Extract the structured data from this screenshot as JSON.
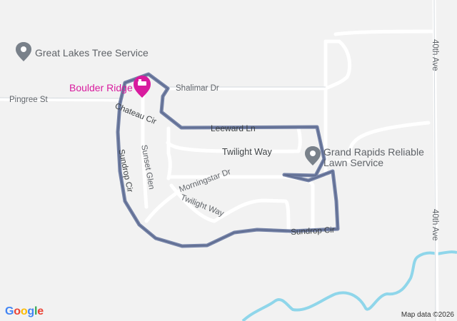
{
  "map": {
    "pois": [
      {
        "name": "Great Lakes Tree Service",
        "kind": "service-pin"
      },
      {
        "name_line1": "Grand Rapids Reliable",
        "name_line2": "Lawn Service",
        "kind": "service-pin"
      },
      {
        "name": "Boulder Ridge",
        "kind": "hotel-pin"
      }
    ],
    "roads": {
      "pingree": "Pingree St",
      "shalimar": "Shalimar Dr",
      "chateau": "Chateau Cir",
      "leeward": "Leeward Ln",
      "twilight_main": "Twilight Way",
      "twilight_lower": "Twilight Way",
      "sunset": "Sunset Glen",
      "sundrop_left": "Sundrop Cir",
      "sundrop_bottom": "Sundrop Cir",
      "morningstar": "Morningstar Dr",
      "fortieth_top": "40th Ave",
      "fortieth_bottom": "40th Ave"
    },
    "route_color": "#6b7aa1",
    "hotel_color": "#d81b9e",
    "water_color": "#8fd6ea"
  },
  "branding": {
    "logo_letters": [
      "G",
      "o",
      "o",
      "g",
      "l",
      "e"
    ],
    "logo_colors": [
      "#4285f4",
      "#ea4335",
      "#fbbc05",
      "#4285f4",
      "#34a853",
      "#ea4335"
    ],
    "attribution": "Map data ©2026"
  }
}
